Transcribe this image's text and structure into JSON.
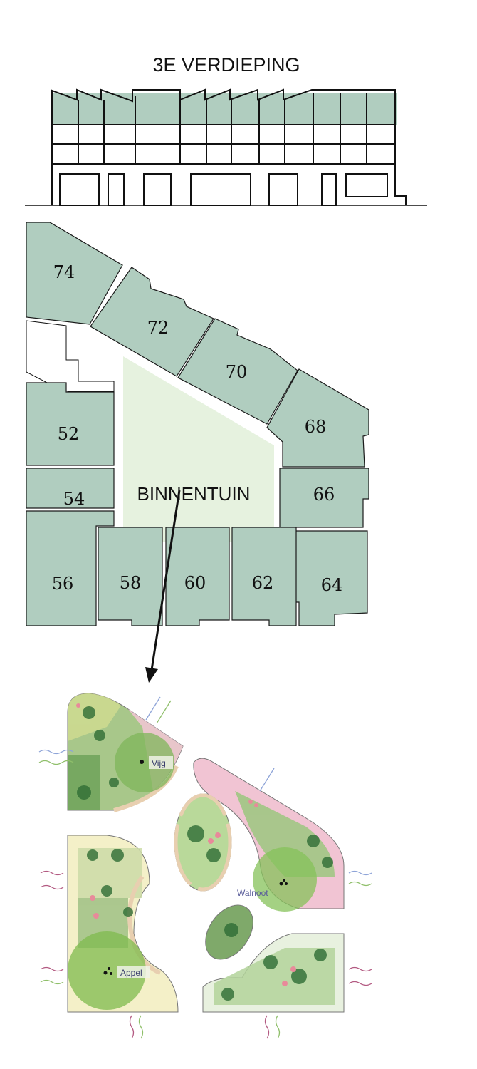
{
  "title": "3E VERDIEPING",
  "units": [
    "74",
    "72",
    "70",
    "68",
    "66",
    "64",
    "62",
    "60",
    "58",
    "56",
    "54",
    "52"
  ],
  "courtyard_label": "BINNENTUIN",
  "trees": {
    "fig": "Vijg",
    "walnut": "Walnoot",
    "apple": "Appel"
  },
  "colors": {
    "unit": "#b0cdbf",
    "courtyard": "#e6f2df",
    "highlight_floor": "#b0cdbf"
  }
}
